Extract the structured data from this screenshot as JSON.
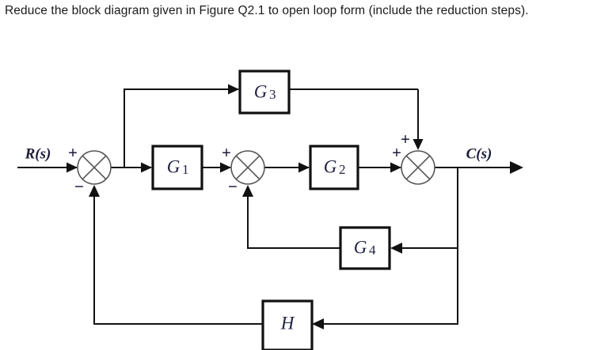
{
  "question": {
    "text": "Reduce the block diagram given in Figure Q2.1 to open loop form (include the reduction steps)."
  },
  "diagram": {
    "input_label": "R(s)",
    "output_label": "C(s)",
    "blocks": [
      {
        "name": "G1",
        "base": "G",
        "sub": "1"
      },
      {
        "name": "G2",
        "base": "G",
        "sub": "2"
      },
      {
        "name": "G3",
        "base": "G",
        "sub": "3"
      },
      {
        "name": "G4",
        "base": "G",
        "sub": "4"
      },
      {
        "name": "H",
        "base": "H",
        "sub": ""
      }
    ],
    "summing_junctions": [
      {
        "id": "sum1",
        "signs": {
          "input_left": "+",
          "feedback_bottom": "−"
        }
      },
      {
        "id": "sum2",
        "signs": {
          "input_left": "+",
          "feedback_bottom": "−"
        }
      },
      {
        "id": "sum3",
        "signs": {
          "input_left": "+",
          "input_top": "+"
        }
      }
    ],
    "signs": {
      "plus": "+",
      "minus": "−"
    },
    "colors": {
      "wire": "#111111",
      "block_border": "#111111",
      "block_fill": "#ffffff",
      "sum_border": "#555555",
      "label_text": "#222244",
      "background": "#ffffff"
    }
  }
}
